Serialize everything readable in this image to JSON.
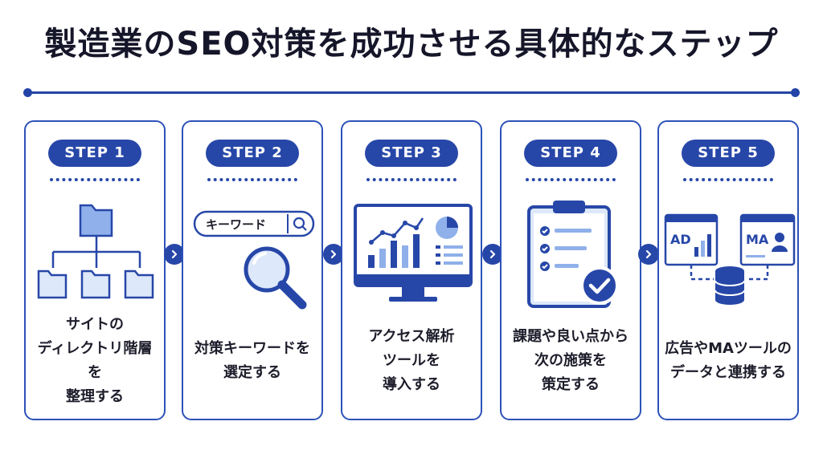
{
  "title": "製造業のSEO対策を成功させる具体的なステップ",
  "steps": [
    {
      "badge": "STEP 1",
      "lines": [
        "サイトの",
        "ディレクトリ階層を",
        "整理する"
      ],
      "icon": "folder-tree-icon"
    },
    {
      "badge": "STEP 2",
      "lines": [
        "対策キーワードを",
        "選定する"
      ],
      "icon": "keyword-search-icon",
      "search_text": "キーワード"
    },
    {
      "badge": "STEP 3",
      "lines": [
        "アクセス解析",
        "ツールを",
        "導入する"
      ],
      "icon": "analytics-monitor-icon"
    },
    {
      "badge": "STEP 4",
      "lines": [
        "課題や良い点から",
        "次の施策を",
        "策定する"
      ],
      "icon": "clipboard-check-icon"
    },
    {
      "badge": "STEP 5",
      "lines": [
        "広告やMAツールの",
        "データと連携する"
      ],
      "icon": "data-integration-icon",
      "ad_text": "AD",
      "ma_text": "MA"
    }
  ],
  "colors": {
    "primary": "#2747a8",
    "light": "#8fb0ea",
    "pale": "#dde8fa"
  }
}
